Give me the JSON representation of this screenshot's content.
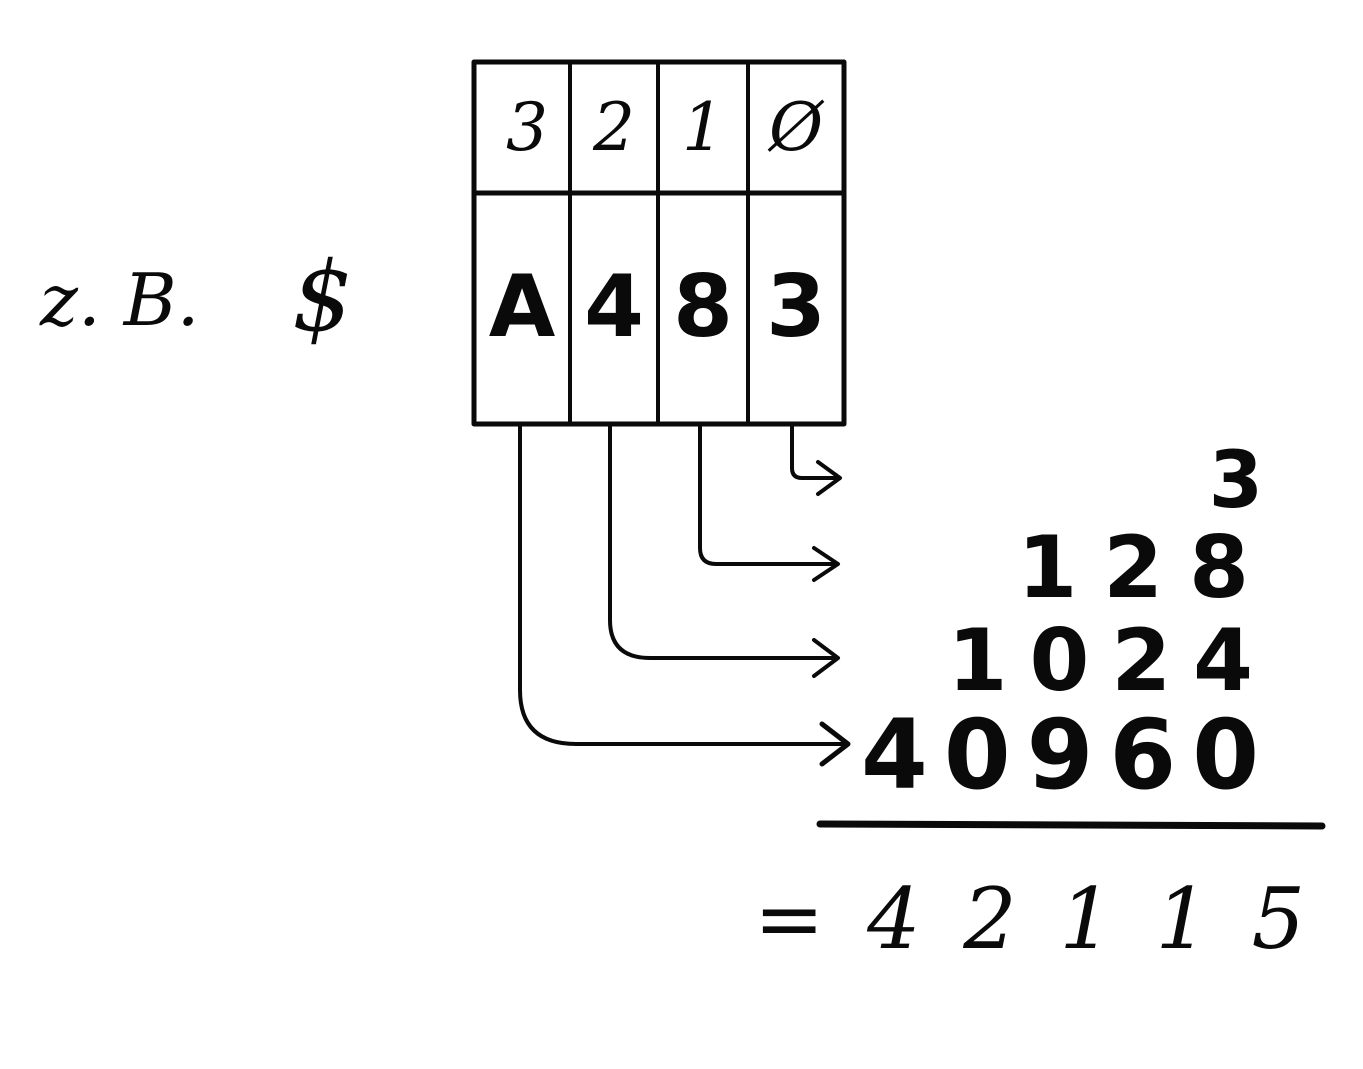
{
  "example_label": "z. B.",
  "hex_prefix": "$",
  "positions": [
    "3",
    "2",
    "1",
    "Ø"
  ],
  "hex_digits": [
    "A",
    "4",
    "8",
    "3"
  ],
  "partial_values": [
    "3",
    "128",
    "1024",
    "40960"
  ],
  "result": "= 4 2 1 1 5"
}
